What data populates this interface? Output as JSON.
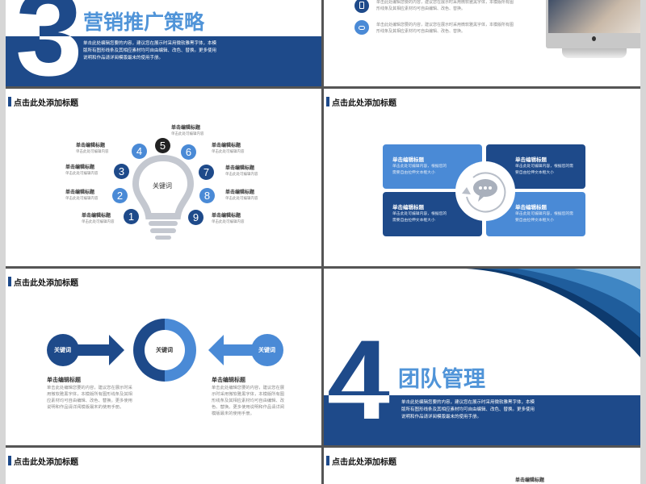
{
  "slides": {
    "s1": {
      "number": "3",
      "title": "营销推广策略",
      "body": "单击此处编辑您要的内容，建议您在展示时采用微软雅黑字体，本模版所有图形线条及其相应素材均可自由编辑、改色、替换。更多使用说明和作品请详阅模版最末的使用手册。"
    },
    "s2": {
      "items": [
        {
          "icon": "tablet-icon",
          "text": "单击此处编辑您要的内容，建议您在展示时采用微软雅黑字体，本模版所有图形线条及其相应素材均可自由编辑、改色、替换。"
        },
        {
          "icon": "cloud-icon",
          "text": "单击此处编辑您要的内容，建议您在展示时采用微软雅黑字体，本模版所有图形线条及其相应素材均可自由编辑、改色、替换。"
        }
      ]
    },
    "s3": {
      "header": "点击此处添加标题",
      "keyword": "关键词",
      "items": [
        {
          "n": "1",
          "title": "单击编辑标题",
          "sub": "单击此处可编辑内容"
        },
        {
          "n": "2",
          "title": "单击编辑标题",
          "sub": "单击此处可编辑内容"
        },
        {
          "n": "3",
          "title": "单击编辑标题",
          "sub": "单击此处可编辑内容"
        },
        {
          "n": "4",
          "title": "单击编辑标题",
          "sub": "单击此处可编辑内容"
        },
        {
          "n": "5",
          "title": "单击编辑标题",
          "sub": "单击此处可编辑内容"
        },
        {
          "n": "6",
          "title": "单击编辑标题",
          "sub": "单击此处可编辑内容"
        },
        {
          "n": "7",
          "title": "单击编辑标题",
          "sub": "单击此处可编辑内容"
        },
        {
          "n": "8",
          "title": "单击编辑标题",
          "sub": "单击此处可编辑内容"
        },
        {
          "n": "9",
          "title": "单击编辑标题",
          "sub": "单击此处可编辑内容"
        }
      ]
    },
    "s4": {
      "header": "点击此处添加标题",
      "quads": [
        {
          "title": "单击编辑标题",
          "sub": "单击此处可编辑内容，根据您的需要自由拉伸文本框大小"
        },
        {
          "title": "单击编辑标题",
          "sub": "单击此处可编辑内容，根据您的需要自由拉伸文本框大小"
        },
        {
          "title": "单击编辑标题",
          "sub": "单击此处可编辑内容，根据您的需要自由拉伸文本框大小"
        },
        {
          "title": "单击编辑标题",
          "sub": "单击此处可编辑内容，根据您的需要自由拉伸文本框大小"
        }
      ]
    },
    "s5": {
      "header": "点击此处添加标题",
      "left_keyword": "关键词",
      "center_keyword": "关键词",
      "right_keyword": "关键词",
      "left": {
        "title": "单击编辑标题",
        "body": "单击此处编辑您要的内容，建议您在展示时采用微软雅黑字体，本模版所有图形线条及其相应素材均可自由编辑、改色、替换。更多使用说明和作品请详阅模版最末的使用手册。"
      },
      "right": {
        "title": "单击编辑标题",
        "body": "单击此处编辑您要的内容，建议您在展示时采用微软雅黑字体，本模版所有图形线条及其相应素材均可自由编辑、改色、替换。更多使用说明和作品请详阅模版最末的使用手册。"
      }
    },
    "s6": {
      "number": "4",
      "title": "团队管理",
      "body": "单击此处编辑您要的内容，建议您在展示时采用微软雅黑字体，本模版所有图形线条及其相应素材均可自由编辑、改色、替换。更多使用说明和作品请详阅模版最末的使用手册。"
    },
    "s7": {
      "header": "点击此处添加标题"
    },
    "s8": {
      "header": "点击此处添加标题",
      "item_title": "单击编辑标题"
    }
  },
  "colors": {
    "dark_blue": "#1e4a8a",
    "light_blue": "#4a8ad6",
    "title_blue": "#5094d8",
    "gray": "#c4c8d0"
  }
}
